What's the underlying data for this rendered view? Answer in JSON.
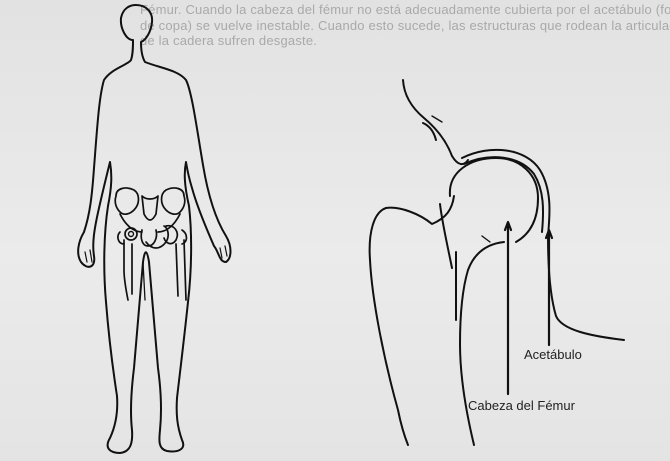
{
  "top_text": {
    "line1": "Fémur. Cuando la cabeza del fémur no está adecuadamente cubierta por el acetábulo (forma",
    "line2": "de copa) se vuelve inestable. Cuando esto sucede, las estructuras que rodean la articulación",
    "line3": "de la cadera sufren desgaste."
  },
  "labels": {
    "acetabulo": "Acetábulo",
    "cabeza_femur": "Cabeza del Fémur"
  },
  "colors": {
    "paper": "#e7e7e7",
    "ink": "#111111",
    "faded_text": "#a9a9a9"
  }
}
